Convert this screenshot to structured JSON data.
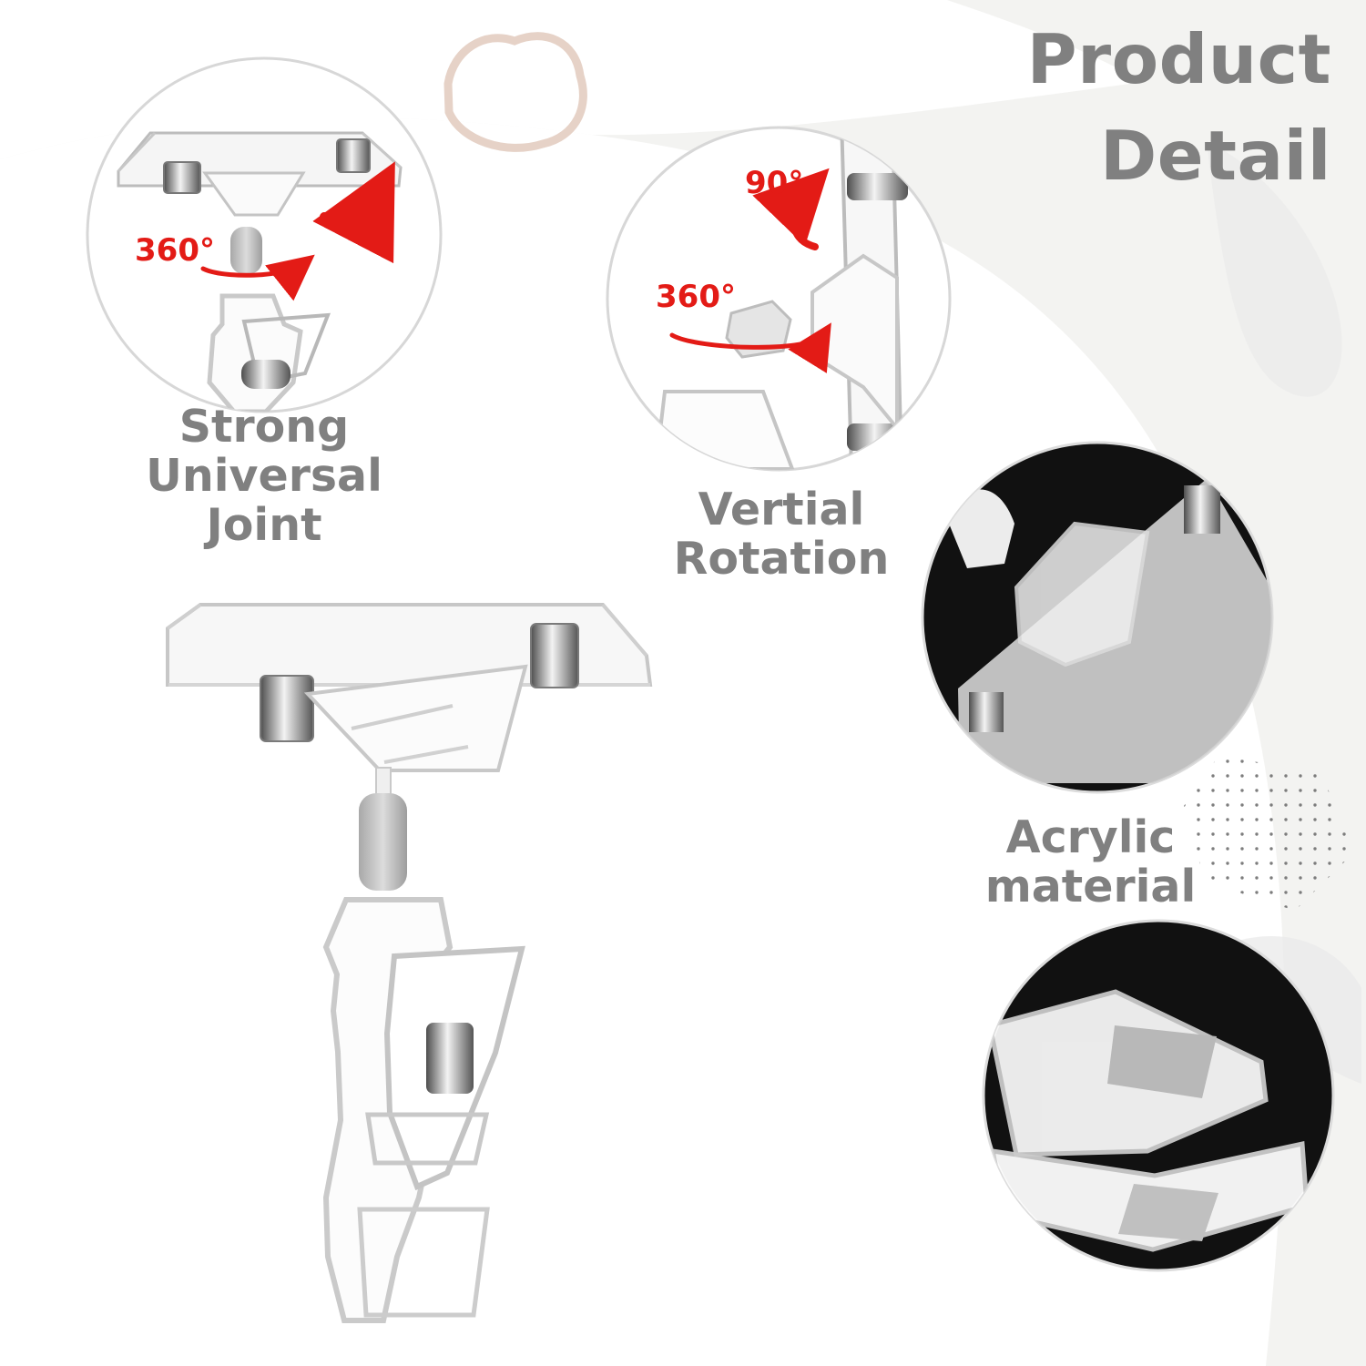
{
  "title": {
    "line1": "Product",
    "line2": "Detail"
  },
  "features": [
    {
      "lines": [
        "Strong",
        "Universal",
        "Joint"
      ]
    },
    {
      "lines": [
        "Vertial",
        "Rotation"
      ]
    },
    {
      "lines": [
        "Acrylic",
        "material"
      ]
    }
  ],
  "rotation_labels": {
    "universal_joint": "360°",
    "vertical_top": "90°",
    "vertical_bottom": "360°"
  },
  "colors": {
    "text_gray": "#808080",
    "accent_red": "#e31b16",
    "background": "#f3f3f1",
    "white_panel": "#ffffff",
    "photo_black": "#111111"
  },
  "icons": {
    "universal_joint_rotation": "curved-red-arrow-icon",
    "vertical_rotation": "curved-red-arrow-icon"
  }
}
